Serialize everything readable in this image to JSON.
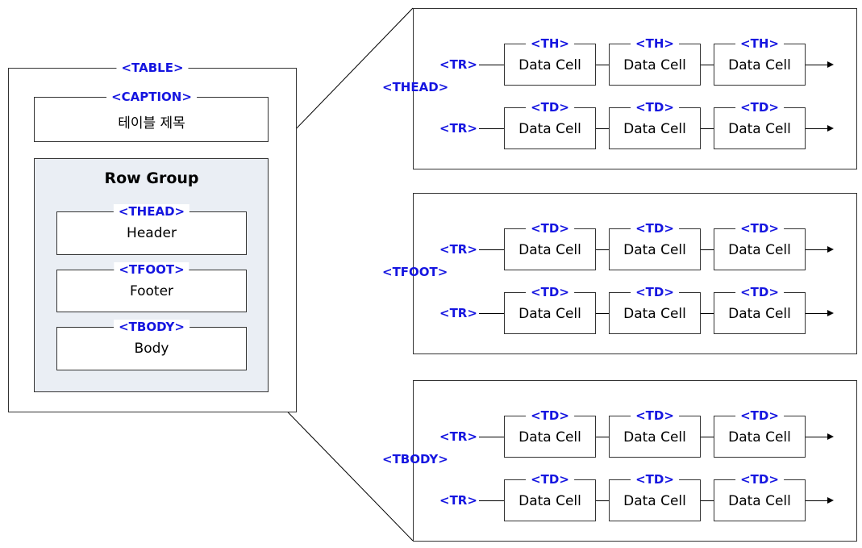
{
  "table": {
    "tag": "<TABLE>",
    "caption_tag": "<CAPTION>",
    "caption_text": "테이블 제목",
    "row_group_title": "Row Group",
    "groups": [
      {
        "tag": "<THEAD>",
        "label": "Header"
      },
      {
        "tag": "<TFOOT>",
        "label": "Footer"
      },
      {
        "tag": "<TBODY>",
        "label": "Body"
      }
    ]
  },
  "panels": [
    {
      "tag": "<THEAD>",
      "rows": [
        {
          "tag": "<TR>",
          "cells": [
            {
              "tag": "<TH>",
              "text": "Data Cell"
            },
            {
              "tag": "<TH>",
              "text": "Data Cell"
            },
            {
              "tag": "<TH>",
              "text": "Data Cell"
            }
          ]
        },
        {
          "tag": "<TR>",
          "cells": [
            {
              "tag": "<TD>",
              "text": "Data Cell"
            },
            {
              "tag": "<TD>",
              "text": "Data Cell"
            },
            {
              "tag": "<TD>",
              "text": "Data Cell"
            }
          ]
        }
      ]
    },
    {
      "tag": "<TFOOT>",
      "rows": [
        {
          "tag": "<TR>",
          "cells": [
            {
              "tag": "<TD>",
              "text": "Data Cell"
            },
            {
              "tag": "<TD>",
              "text": "Data Cell"
            },
            {
              "tag": "<TD>",
              "text": "Data Cell"
            }
          ]
        },
        {
          "tag": "<TR>",
          "cells": [
            {
              "tag": "<TD>",
              "text": "Data Cell"
            },
            {
              "tag": "<TD>",
              "text": "Data Cell"
            },
            {
              "tag": "<TD>",
              "text": "Data Cell"
            }
          ]
        }
      ]
    },
    {
      "tag": "<TBODY>",
      "rows": [
        {
          "tag": "<TR>",
          "cells": [
            {
              "tag": "<TD>",
              "text": "Data Cell"
            },
            {
              "tag": "<TD>",
              "text": "Data Cell"
            },
            {
              "tag": "<TD>",
              "text": "Data Cell"
            }
          ]
        },
        {
          "tag": "<TR>",
          "cells": [
            {
              "tag": "<TD>",
              "text": "Data Cell"
            },
            {
              "tag": "<TD>",
              "text": "Data Cell"
            },
            {
              "tag": "<TD>",
              "text": "Data Cell"
            }
          ]
        }
      ]
    }
  ],
  "colors": {
    "tag_blue": "#1515e0",
    "row_group_fill": "#eaeef4",
    "line": "#333333"
  }
}
